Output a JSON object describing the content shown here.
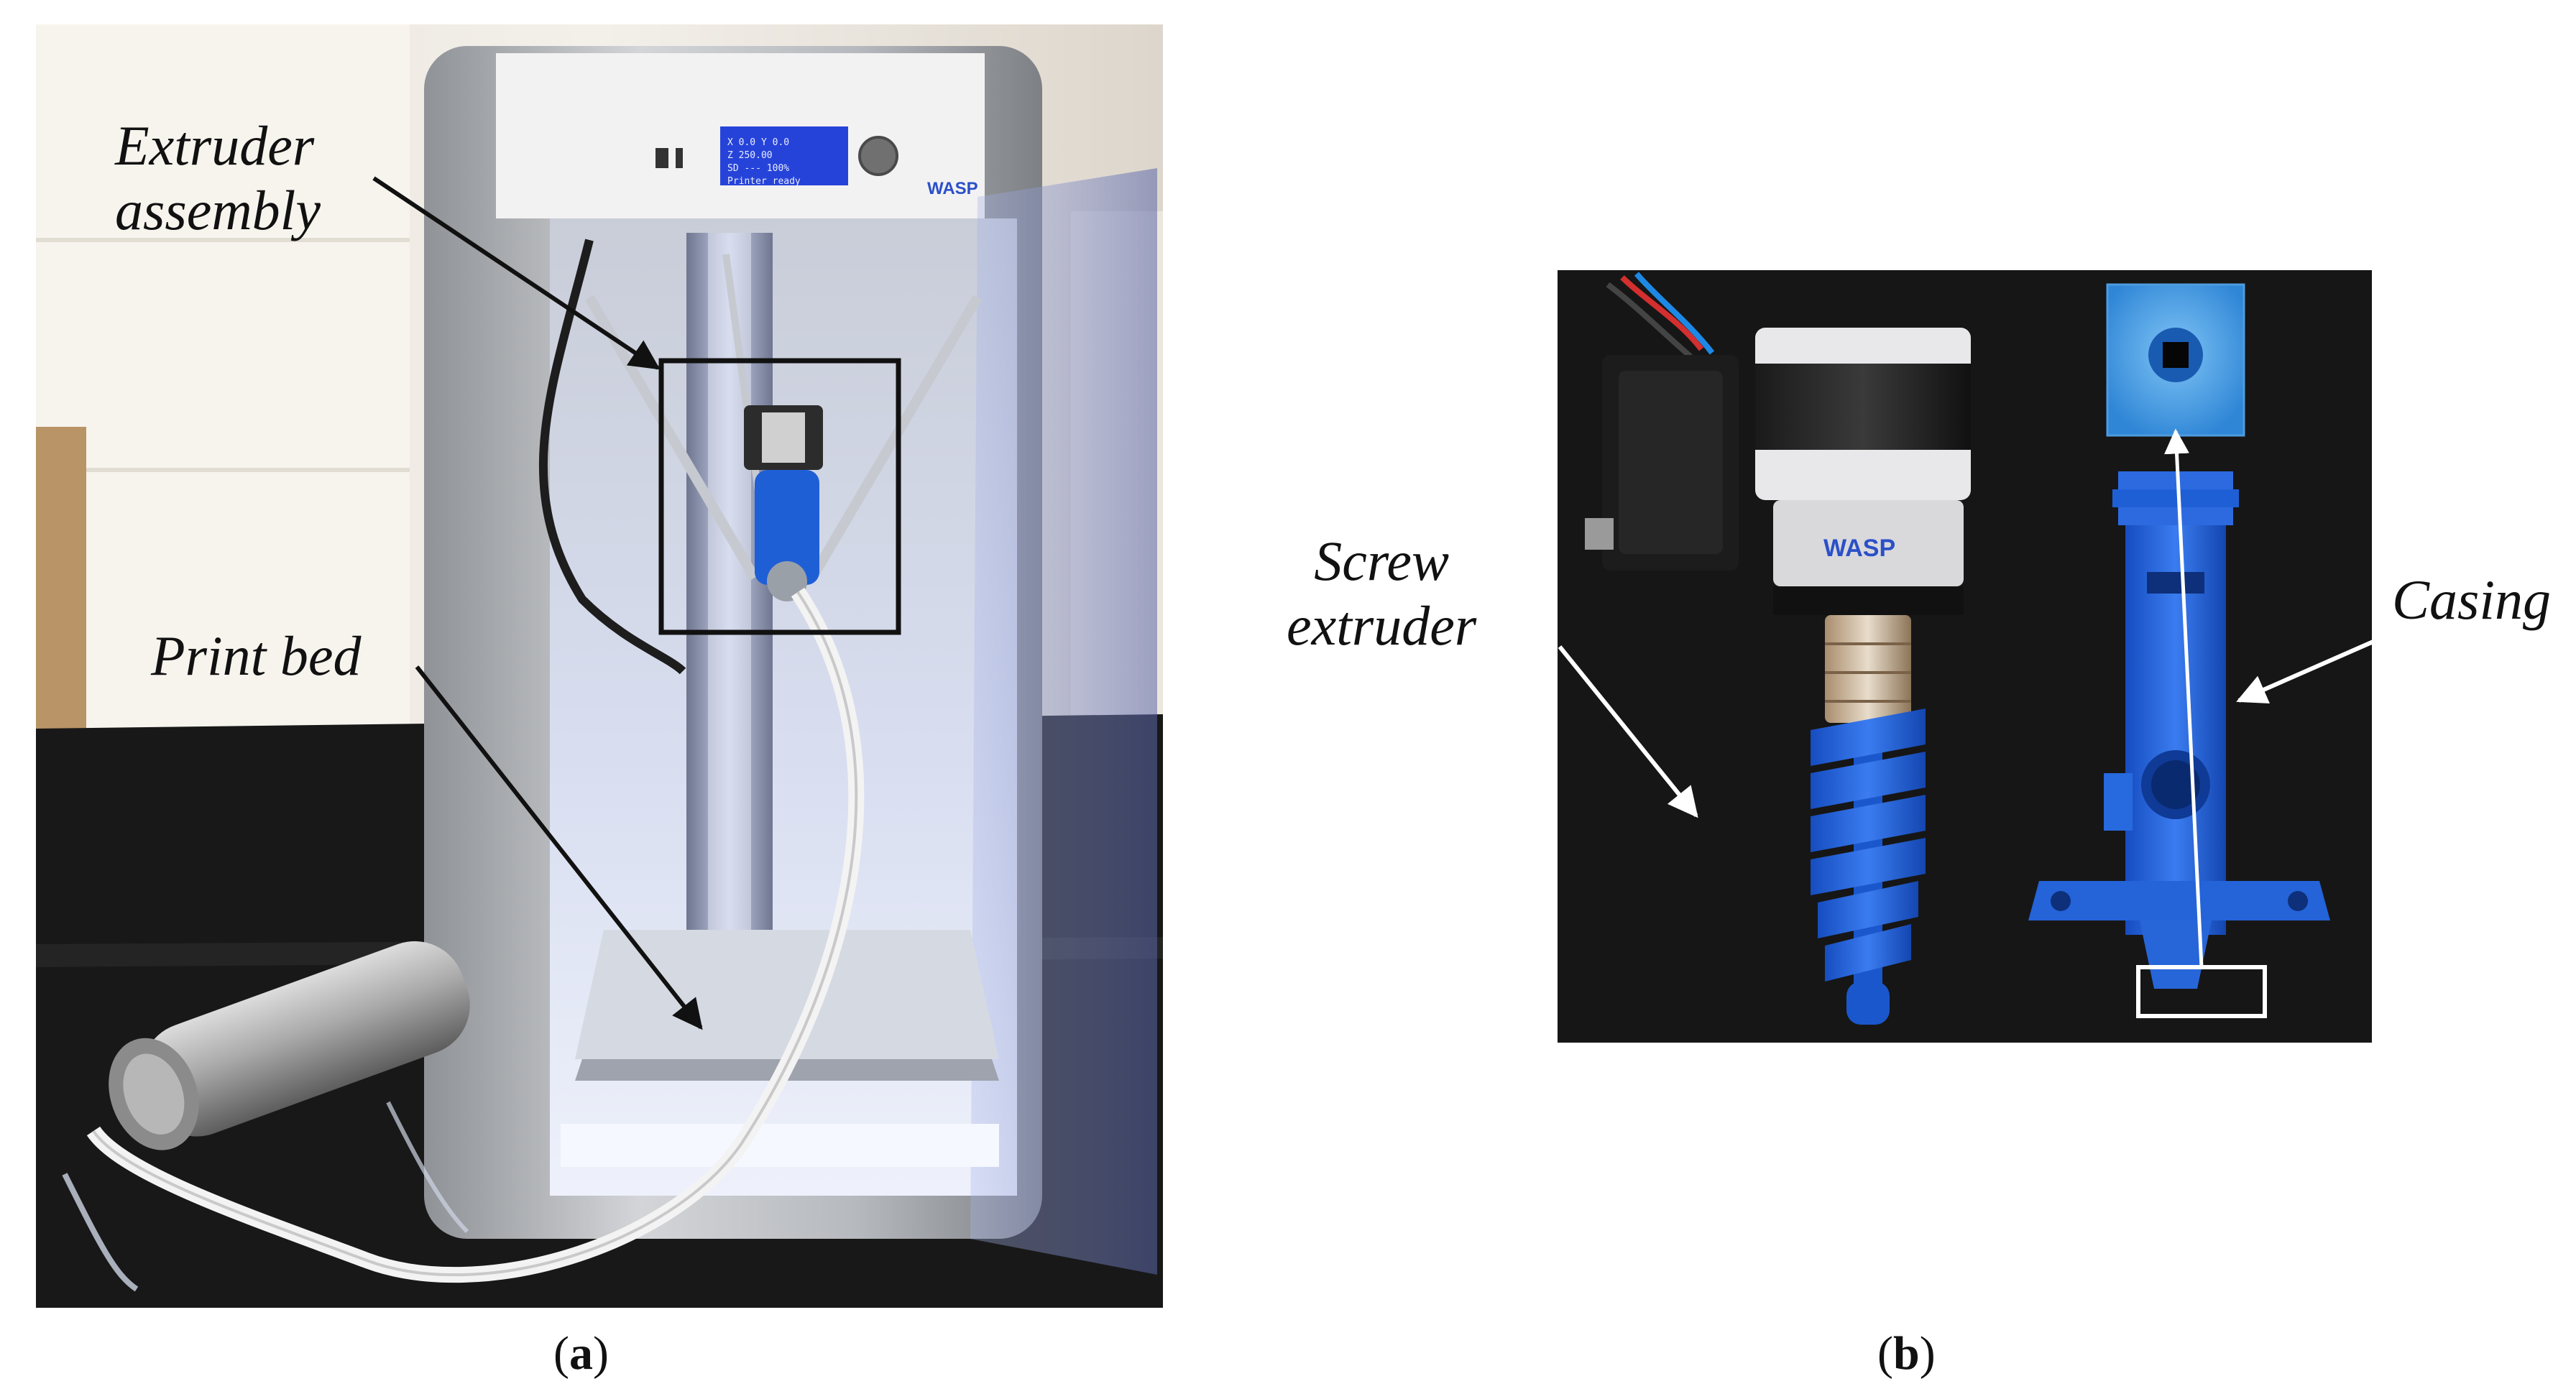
{
  "figure": {
    "panels": [
      {
        "id": "a",
        "label_open": "(",
        "label_letter": "a",
        "label_close": ")",
        "callouts": [
          "Extruder",
          "assembly",
          "Print bed"
        ]
      },
      {
        "id": "b",
        "label_open": "(",
        "label_letter": "b",
        "label_close": ")",
        "callouts": [
          "Screw",
          "extruder",
          "Casing"
        ]
      }
    ],
    "colors": {
      "print_blue": "#1f5fd6",
      "printer_frame": "#b9bcc0",
      "backdrop_dark": "#161616",
      "annotation_arrow_a": "#111111",
      "annotation_arrow_b": "#ffffff"
    },
    "printer_brand": "WASP",
    "lcd_lines": [
      "X 0.0  Y 0.0",
      "Z 250.00 ",
      "SD ---  100%",
      "Printer ready"
    ]
  }
}
